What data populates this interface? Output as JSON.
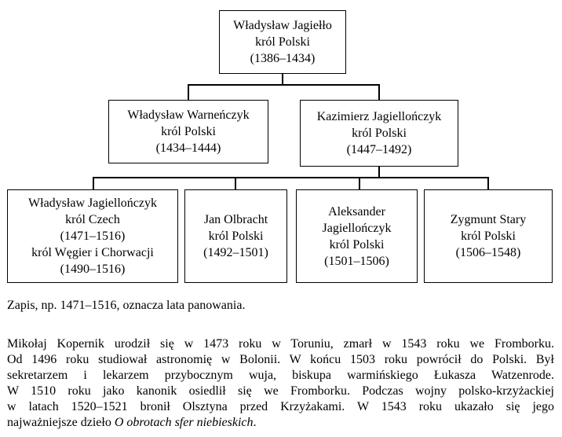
{
  "tree": {
    "root": {
      "name": "Władysław Jagiełło",
      "title": "król Polski",
      "reign": "(1386–1434)"
    },
    "level2": [
      {
        "name": "Władysław Warneńczyk",
        "title": "król Polski",
        "reign": "(1434–1444)"
      },
      {
        "name": "Kazimierz Jagiellończyk",
        "title": "król Polski",
        "reign": "(1447–1492)"
      }
    ],
    "level3": [
      {
        "lines": [
          "Władysław Jagiellończyk",
          "król Czech",
          "(1471–1516)",
          "król Węgier i Chorwacji",
          "(1490–1516)"
        ]
      },
      {
        "lines": [
          "Jan Olbracht",
          "król Polski",
          "(1492–1501)"
        ]
      },
      {
        "lines": [
          "Aleksander",
          "Jagiellończyk",
          "król Polski",
          "(1501–1506)"
        ]
      },
      {
        "lines": [
          "Zygmunt Stary",
          "król Polski",
          "(1506–1548)"
        ]
      }
    ]
  },
  "note": "Zapis, np. 1471–1516, oznacza lata panowania.",
  "paragraph": {
    "lines": [
      "Mikołaj Kopernik urodził się w 1473 roku w Toruniu, zmarł w 1543 roku we Fromborku.",
      "Od 1496 roku studiował astronomię w Bolonii. W końcu 1503 roku powrócił do Polski. Był",
      "sekretarzem i lekarzem przybocznym wuja, biskupa warmińskiego Łukasza Watzenrode.",
      "W 1510 roku jako kanonik osiedlił się we Fromborku. Podczas wojny polsko-krzyżackiej",
      "w latach 1520–1521 bronił Olsztyna przed Krzyżakami. W 1543 roku ukazało się jego"
    ],
    "last_line_prefix": "najważniejsze dzieło ",
    "work_title": "O obrotach sfer niebieskich",
    "last_line_suffix": "."
  }
}
